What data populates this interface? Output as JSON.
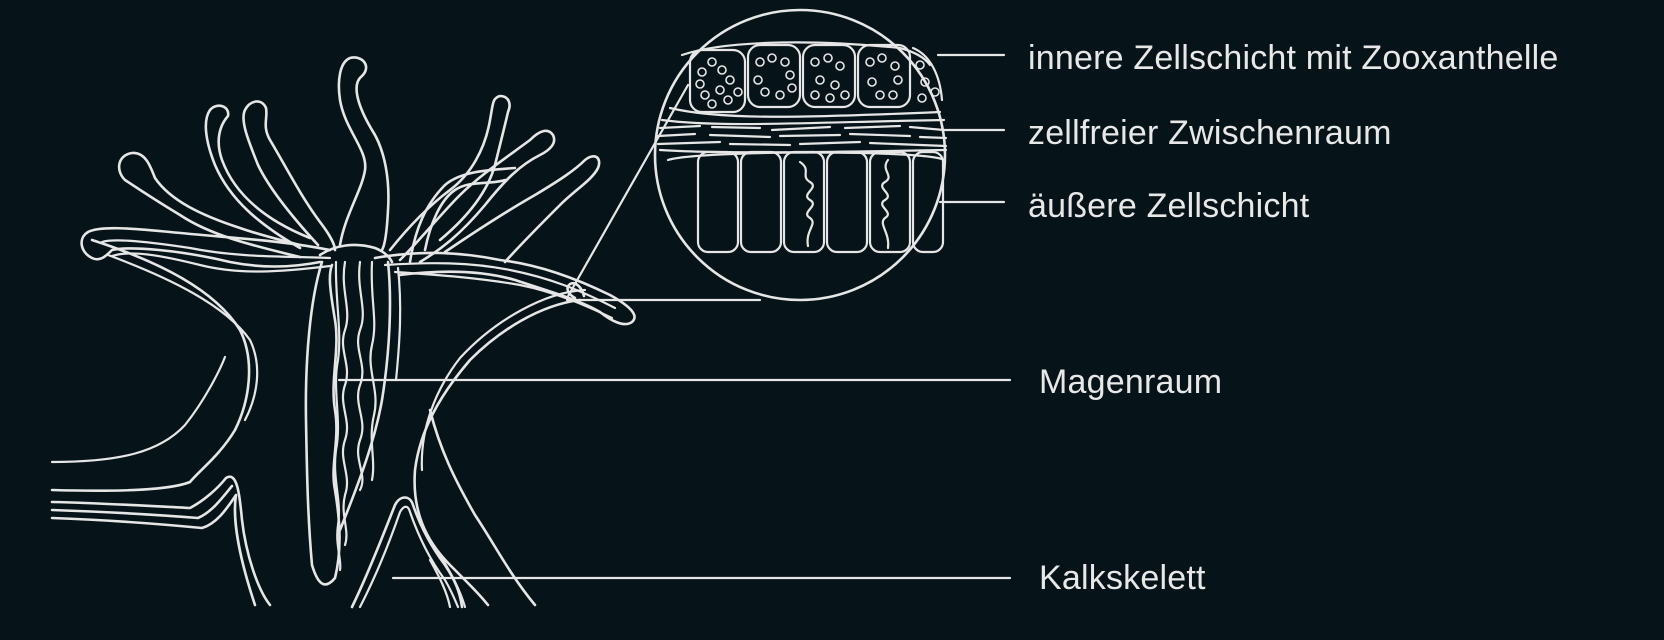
{
  "diagram": {
    "subject": "coral polyp",
    "colors": {
      "background": "#061419",
      "line": "#e6e6e6",
      "text": "#e8e8e8"
    },
    "labels": [
      {
        "id": "inner-layer",
        "text": "innere Zellschicht mit Zooxanthelle"
      },
      {
        "id": "mesoglea",
        "text": "zellfreier Zwischenraum"
      },
      {
        "id": "outer-layer",
        "text": "äußere Zellschicht"
      },
      {
        "id": "stomach",
        "text": "Magenraum"
      },
      {
        "id": "skeleton",
        "text": "Kalkskelett"
      }
    ]
  }
}
